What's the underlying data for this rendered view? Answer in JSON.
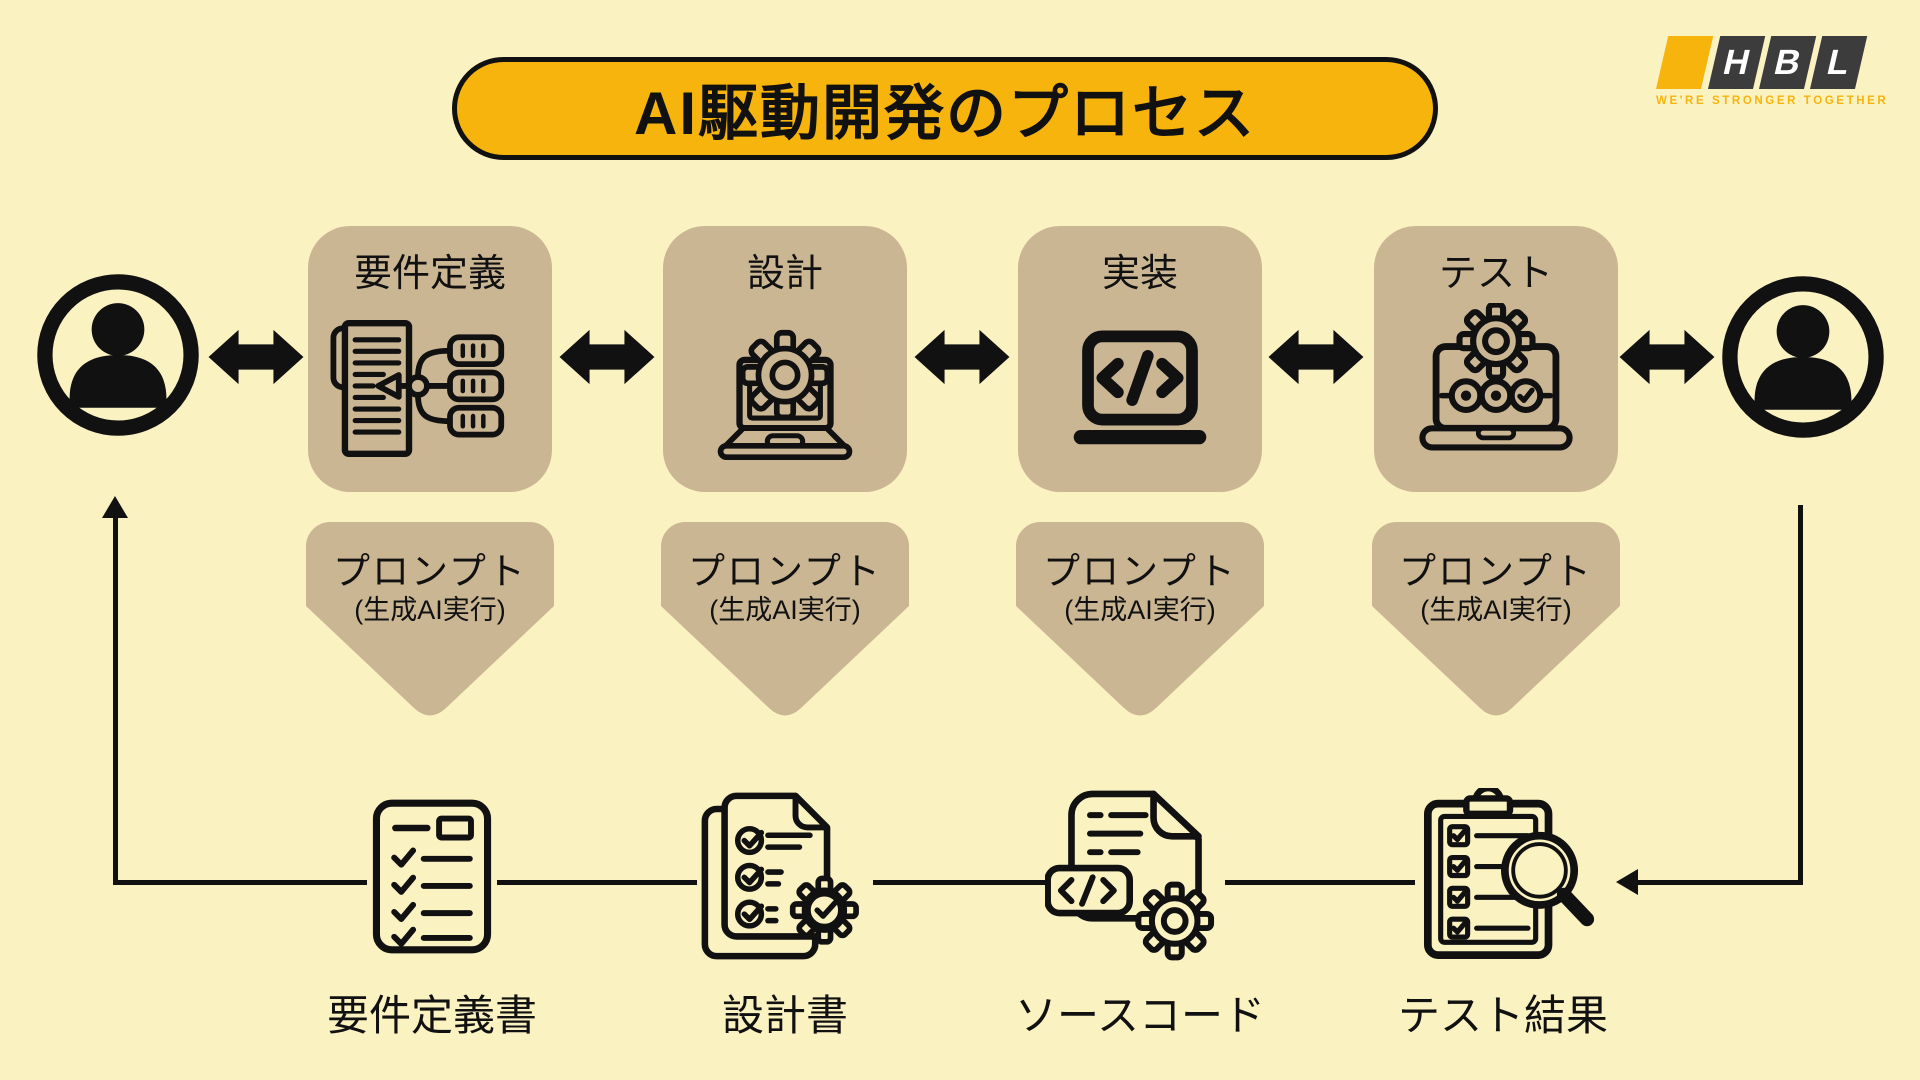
{
  "colors": {
    "background": "#FBF2C2",
    "accent_gold": "#F6B40C",
    "panel_tan": "#CBB694",
    "ink_black": "#111111",
    "logo_dark": "#3C3C3C",
    "logo_letter_white": "#FFFFFF"
  },
  "header": {
    "title": "AI駆動開発のプロセス",
    "logo": {
      "letters": [
        "H",
        "B",
        "L"
      ],
      "tagline": "WE'RE STRONGER TOGETHER"
    }
  },
  "actors": {
    "left": "user-icon",
    "right": "user-icon"
  },
  "stages": [
    {
      "label": "要件定義",
      "icon": "requirements-document-icon"
    },
    {
      "label": "設計",
      "icon": "laptop-gear-icon"
    },
    {
      "label": "実装",
      "icon": "laptop-code-icon"
    },
    {
      "label": "テスト",
      "icon": "laptop-test-checks-icon"
    }
  ],
  "prompts": [
    {
      "title": "プロンプト",
      "subtitle": "(生成AI実行)"
    },
    {
      "title": "プロンプト",
      "subtitle": "(生成AI実行)"
    },
    {
      "title": "プロンプト",
      "subtitle": "(生成AI実行)"
    },
    {
      "title": "プロンプト",
      "subtitle": "(生成AI実行)"
    }
  ],
  "outputs": [
    {
      "label": "要件定義書",
      "icon": "checklist-document-icon"
    },
    {
      "label": "設計書",
      "icon": "design-document-gear-icon"
    },
    {
      "label": "ソースコード",
      "icon": "source-code-file-icon"
    },
    {
      "label": "テスト結果",
      "icon": "test-results-clipboard-icon"
    }
  ]
}
